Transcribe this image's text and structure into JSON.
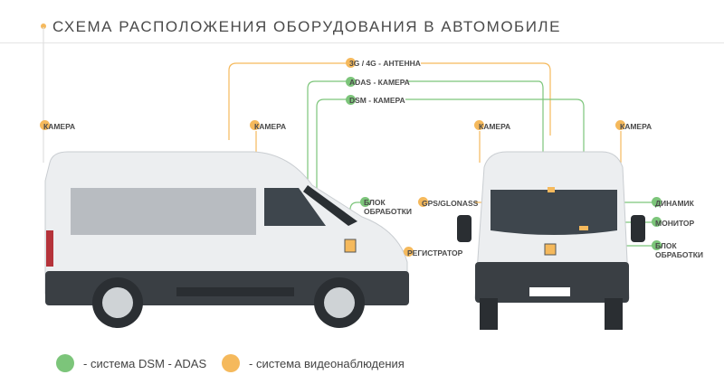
{
  "title": "СХЕМА РАСПОЛОЖЕНИЯ ОБОРУДОВАНИЯ В АВТОМОБИЛЕ",
  "colors": {
    "video": "#f5b95c",
    "dsm_adas": "#7cc57a"
  },
  "labels": {
    "antenna": "3G / 4G - АНТЕННА",
    "adas": "ADAS - КАМЕРА",
    "dsm": "DSM - КАМЕРА",
    "cam1": "КАМЕРА",
    "cam2": "КАМЕРА",
    "cam3": "КАМЕРА",
    "cam4": "КАМЕРА",
    "block_left_1": "БЛОК",
    "block_left_2": "ОБРАБОТКИ",
    "gps": "GPS/GLONASS",
    "registrator": "РЕГИСТРАТОР",
    "speaker": "ДИНАМИК",
    "monitor": "МОНИТОР",
    "block_right_1": "БЛОК",
    "block_right_2": "ОБРАБОТКИ"
  },
  "legend": [
    {
      "label": "- система DSM - ADAS",
      "color": "#7cc57a"
    },
    {
      "label": "- система видеонаблюдения",
      "color": "#f5b95c"
    }
  ]
}
